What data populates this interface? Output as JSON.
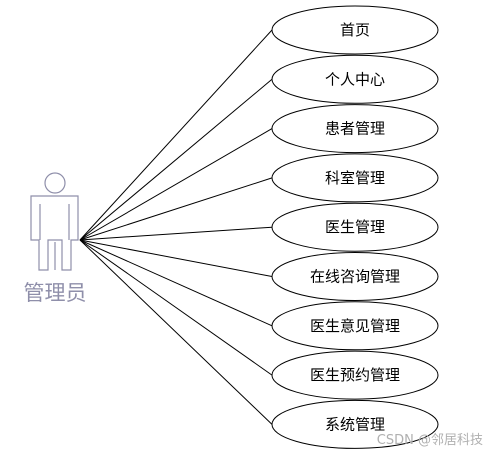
{
  "actor": {
    "label": "管理员",
    "icon": "stick-figure-actor-icon",
    "stroke_color": "#8f8faa"
  },
  "use_cases": [
    {
      "label": "首页"
    },
    {
      "label": "个人中心"
    },
    {
      "label": "患者管理"
    },
    {
      "label": "科室管理"
    },
    {
      "label": "医生管理"
    },
    {
      "label": "在线咨询管理"
    },
    {
      "label": "医生意见管理"
    },
    {
      "label": "医生预约管理"
    },
    {
      "label": "系统管理"
    }
  ],
  "watermark": "CSDN @邻居科技"
}
